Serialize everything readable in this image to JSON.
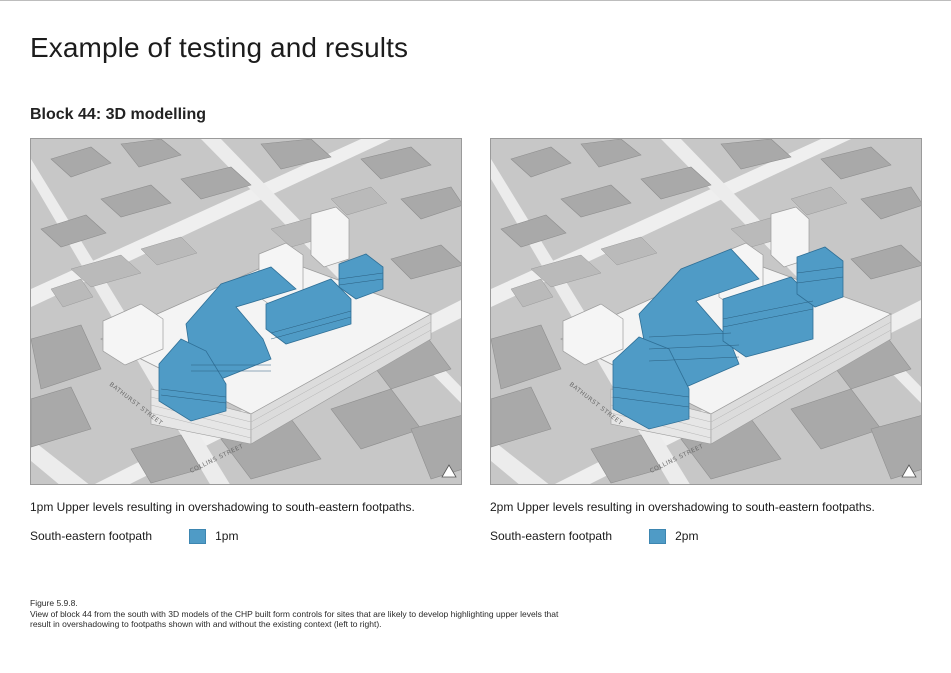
{
  "page": {
    "title": "Example of testing and results",
    "section_title": "Block 44: 3D modelling"
  },
  "panels": [
    {
      "caption": "1pm Upper levels resulting in overshadowing to south-eastern footpaths.",
      "legend_label": "South-eastern footpath",
      "legend_value": "1pm",
      "street_labels": [
        "BATHURST STREET",
        "COLLINS STREET"
      ],
      "north_icon": "north-arrow-icon"
    },
    {
      "caption": "2pm Upper levels resulting in overshadowing to south-eastern footpaths.",
      "legend_label": "South-eastern footpath",
      "legend_value": "2pm",
      "street_labels": [
        "BATHURST STREET",
        "COLLINS STREET"
      ],
      "north_icon": "north-arrow-icon"
    }
  ],
  "colors": {
    "shadow_blue": "#4f9bc6",
    "context_gray": "#bdbdbd",
    "street_white": "#f2f2f2"
  },
  "figure": {
    "number": "Figure 5.9.8.",
    "description": "View of block 44 from the south with 3D models of the CHP built form controls for sites that are likely to develop highlighting upper levels that result in overshadowing to footpaths shown with and without the existing context (left to right)."
  }
}
